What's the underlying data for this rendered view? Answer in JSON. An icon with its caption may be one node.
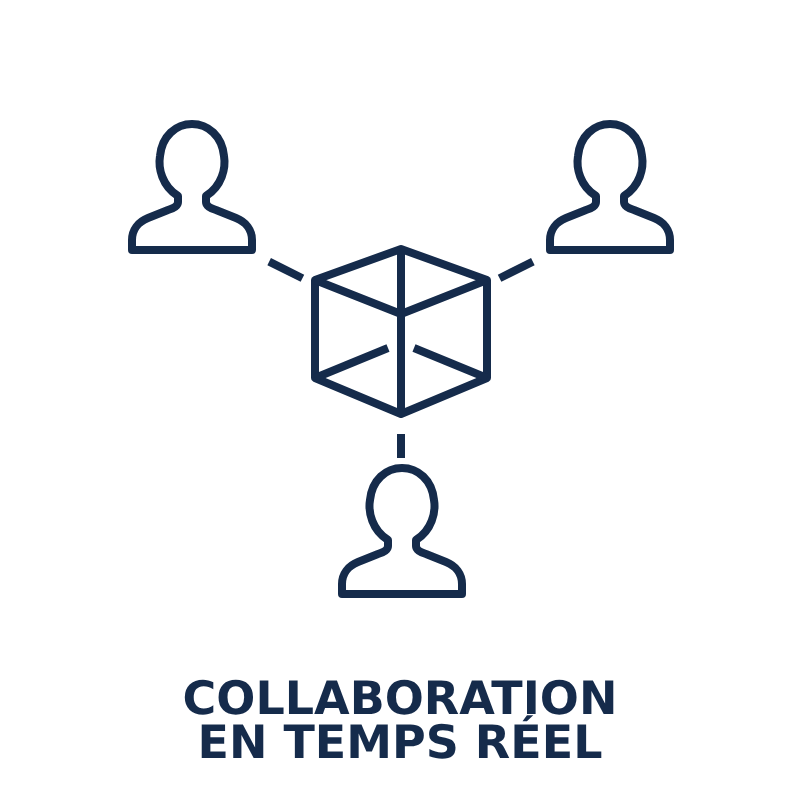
{
  "diagram": {
    "title": "COLLABORATION EN TEMPS RÉEL",
    "nodes": [
      {
        "text": [],
        "shape": "person"
      },
      {
        "text": [],
        "shape": "person"
      },
      {
        "text": [],
        "shape": "cube"
      },
      {
        "text": [],
        "shape": "person"
      }
    ],
    "edges": [
      {
        "from": 0,
        "to": 2,
        "arrow": "none",
        "style": "dashed"
      },
      {
        "from": 1,
        "to": 2,
        "arrow": "none",
        "style": "dashed"
      },
      {
        "from": 2,
        "to": 3,
        "arrow": "none",
        "style": "dashed"
      }
    ]
  }
}
